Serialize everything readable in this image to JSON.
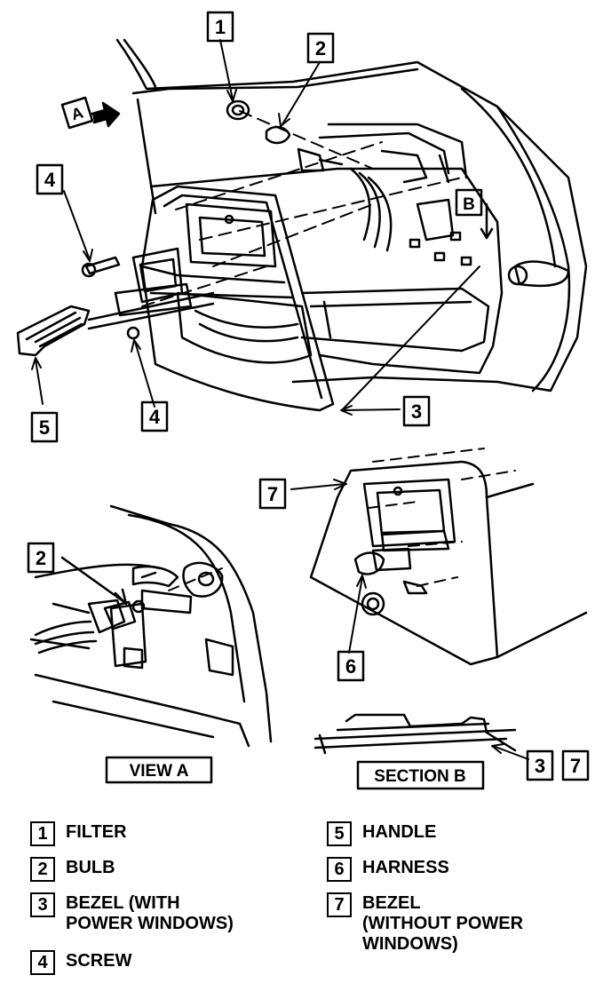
{
  "callouts": {
    "c1": "1",
    "c2_top": "2",
    "c3": "3",
    "c4_upper": "4",
    "c4_lower": "4",
    "c5": "5",
    "c6": "6",
    "c7": "7",
    "c2_view": "2",
    "b_marker": "B",
    "a_marker": "A",
    "c3_section": "3",
    "c7_section": "7"
  },
  "views": {
    "view_a": "VIEW A",
    "section_b": "SECTION B"
  },
  "legend": [
    {
      "num": "1",
      "label": "FILTER"
    },
    {
      "num": "2",
      "label": "BULB"
    },
    {
      "num": "3",
      "label": "BEZEL (WITH\nPOWER WINDOWS)"
    },
    {
      "num": "4",
      "label": "SCREW"
    },
    {
      "num": "5",
      "label": "HANDLE"
    },
    {
      "num": "6",
      "label": "HARNESS"
    },
    {
      "num": "7",
      "label": "BEZEL\n(WITHOUT POWER\nWINDOWS)"
    }
  ]
}
